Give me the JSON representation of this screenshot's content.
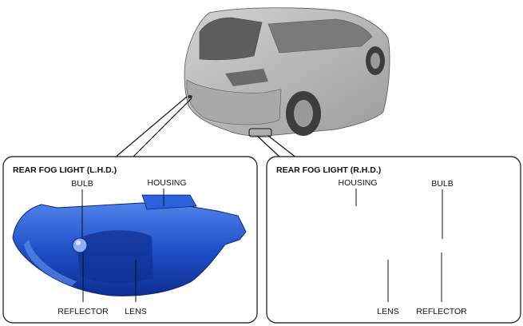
{
  "panels": {
    "left": {
      "title": "REAR FOG LIGHT (L.H.D.)",
      "labels": {
        "bulb": "BULB",
        "housing": "HOUSING",
        "reflector": "REFLECTOR",
        "lens": "LENS"
      }
    },
    "right": {
      "title": "REAR FOG LIGHT (R.H.D.)",
      "labels": {
        "housing": "HOUSING",
        "bulb": "BULB",
        "lens": "LENS",
        "reflector": "REFLECTOR"
      }
    }
  },
  "colors": {
    "car_body": "#b4b4b4",
    "car_dark": "#6e6e6e",
    "lamp_blue": "#1e4fc8",
    "lamp_dark": "#0c2a86",
    "lamp_light": "#6f9cf2",
    "outline": "#1a1a1a"
  }
}
